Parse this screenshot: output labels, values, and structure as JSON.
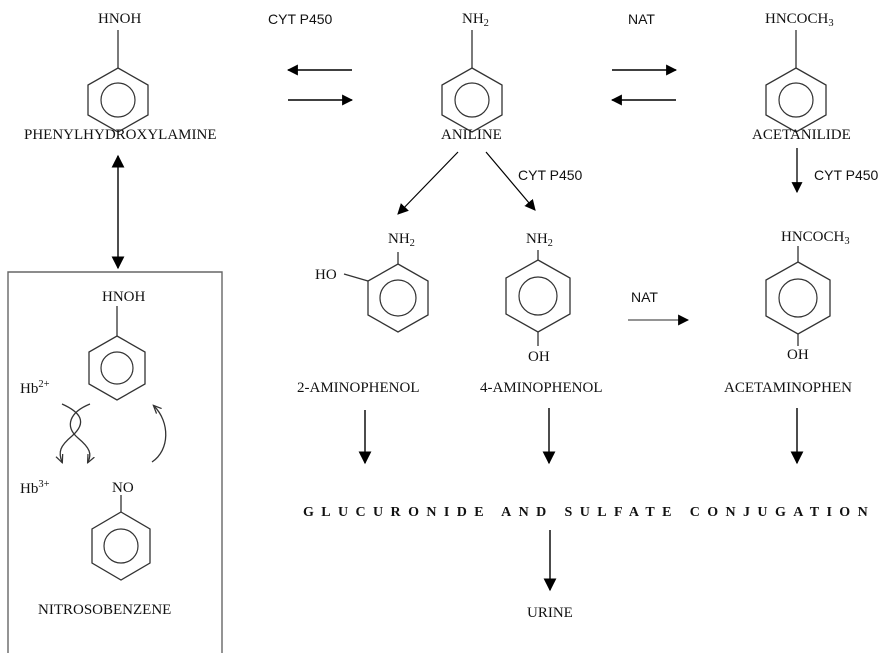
{
  "compounds": {
    "phenylhydroxylamine": {
      "formula": "HNOH",
      "name": "PHENYLHYDROXYLAMINE"
    },
    "aniline": {
      "formula_main": "NH",
      "formula_sub": "2",
      "name": "ANILINE"
    },
    "acetanilide": {
      "formula_main": "HNCOCH",
      "formula_sub": "3",
      "name": "ACETANILIDE"
    },
    "aminophenol2": {
      "formula_main": "NH",
      "formula_sub": "2",
      "substituent": "HO",
      "name": "2-AMINOPHENOL"
    },
    "aminophenol4": {
      "formula_main": "NH",
      "formula_sub": "2",
      "substituent": "OH",
      "name": "4-AMINOPHENOL"
    },
    "acetaminophen": {
      "formula_main": "HNCOCH",
      "formula_sub": "3",
      "substituent": "OH",
      "name": "ACETAMINOPHEN"
    },
    "box_hnoh": {
      "formula": "HNOH"
    },
    "nitrosobenzene": {
      "formula": "NO",
      "name": "NITROSOBENZENE"
    }
  },
  "enzymes": {
    "cyp_top": "CYT P450",
    "nat_top": "NAT",
    "cyp_mid": "CYT P450",
    "cyp_right": "CYT P450",
    "nat_mid": "NAT"
  },
  "hemoglobin": {
    "hb2_main": "Hb",
    "hb2_sup": "2+",
    "hb3_main": "Hb",
    "hb3_sup": "3+"
  },
  "outcomes": {
    "conjugation": "GLUCURONIDE AND SULFATE CONJUGATION",
    "urine": "URINE"
  }
}
